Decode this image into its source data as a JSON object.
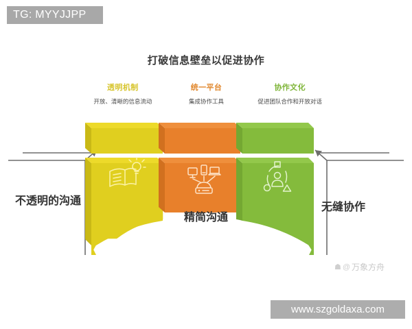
{
  "banners": {
    "tg_tag": "TG: MYYJJPP",
    "website": "www.szgoldaxa.com"
  },
  "title": "打破信息壁垒以促进协作",
  "columns": [
    {
      "title": "透明机制",
      "desc": "开放、清晰的信息流动",
      "color": "#d7c52e",
      "block_color": "#e0cf1f",
      "icon": "book-lightbulb-icon"
    },
    {
      "title": "统一平台",
      "desc": "集成协作工具",
      "color": "#e08529",
      "block_color": "#e8802b",
      "icon": "connected-devices-icon"
    },
    {
      "title": "协作文化",
      "desc": "促进团队合作和开放对话",
      "color": "#7fb539",
      "block_color": "#84bb3c",
      "icon": "team-shapes-icon"
    }
  ],
  "labels": {
    "left": "不透明的沟通",
    "center": "精简沟通",
    "right": "无缝协作"
  },
  "watermark": {
    "icon": "bookmark-icon",
    "at": "@",
    "text": "万象方舟"
  },
  "colors": {
    "yellow": "#e0cf1f",
    "yellow_top": "#edda2a",
    "yellow_side": "#c9b916",
    "orange": "#e8802b",
    "orange_top": "#ef8f3c",
    "orange_side": "#d1701f",
    "green": "#84bb3c",
    "green_top": "#93c84b",
    "green_side": "#74a832",
    "banner_gray": "#a8a8a8",
    "line_gray": "#6d6d6d",
    "text_dark": "#333333"
  }
}
